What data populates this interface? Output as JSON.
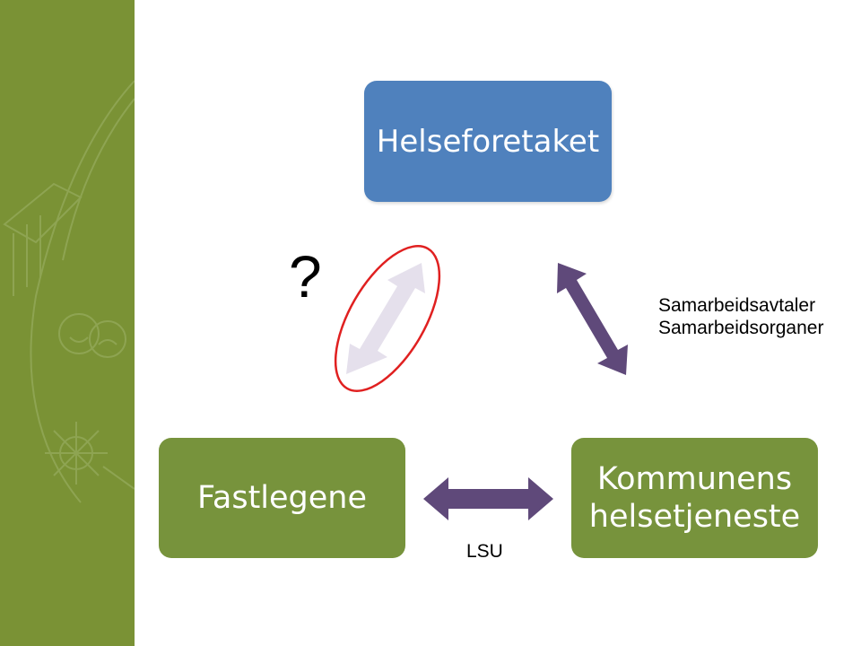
{
  "colors": {
    "sidebar": "#7a9235",
    "box_blue": "#4f81bd",
    "box_green": "#77933c",
    "arrow_purple": "#5f497a",
    "arrow_faint": "#e5e0ec",
    "ellipse_red": "#e02020"
  },
  "nodes": {
    "top": "Helseforetaket",
    "left": "Fastlegene",
    "right_line1": "Kommunens",
    "right_line2": "helsetjeneste"
  },
  "labels": {
    "question": "?",
    "relation_line1": "Samarbeidsavtaler",
    "relation_line2": "Samarbeidsorganer",
    "bottom_link": "LSU"
  },
  "decor": {
    "sidebar_motif": "faint line-art decoration (gate, theater masks, snowflake)"
  }
}
